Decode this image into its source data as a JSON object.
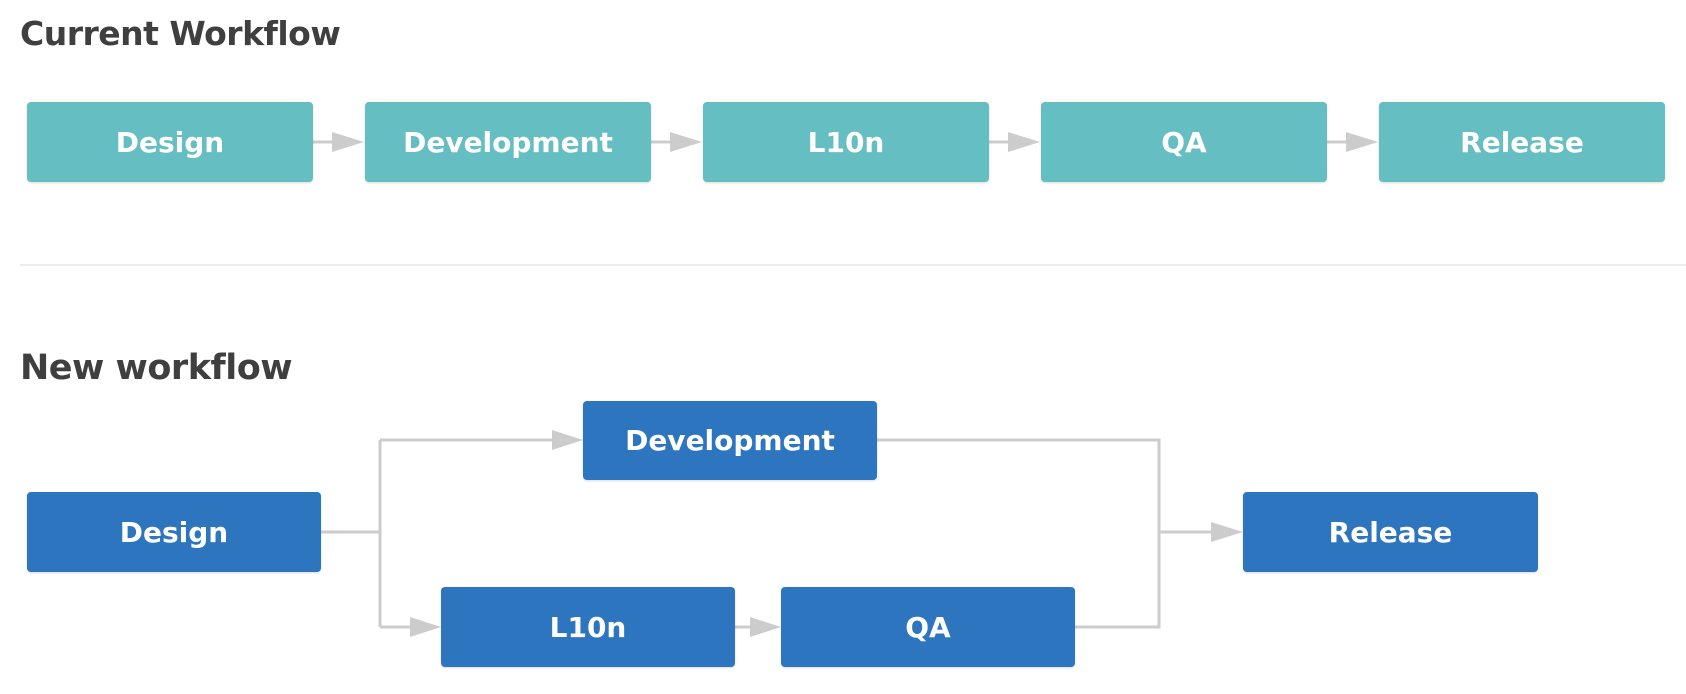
{
  "current_workflow": {
    "title": "Current Workflow",
    "steps": {
      "design": "Design",
      "development": "Development",
      "l10n": "L10n",
      "qa": "QA",
      "release": "Release"
    }
  },
  "new_workflow": {
    "title": "New workflow",
    "steps": {
      "design": "Design",
      "development": "Development",
      "l10n": "L10n",
      "qa": "QA",
      "release": "Release"
    }
  },
  "colors": {
    "current_node": "#65bec2",
    "new_node": "#2e75c0",
    "connector": "#cccccc",
    "heading": "#3f3f3f"
  }
}
